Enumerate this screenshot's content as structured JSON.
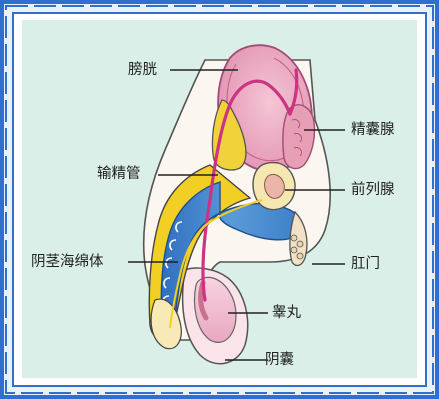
{
  "colors": {
    "frame_blue": "#2f6fcf",
    "panel_bg": "#dbefe9",
    "bladder_pink": "#e7a3bd",
    "gland_pink": "#e79fb6",
    "duct_magenta": "#cc3380",
    "corpus_blue": "#3b80c7",
    "yellow_tissue": "#f2cf24",
    "scrotum_pink": "#f1c3d2",
    "outline": "#333333"
  },
  "labels": {
    "bladder": "膀胱",
    "seminal_vesicle": "精囊腺",
    "vas_deferens": "输精管",
    "prostate": "前列腺",
    "corpus_cavernosum": "阴茎海绵体",
    "anus": "肛门",
    "testis": "睾丸",
    "scrotum": "阴囊"
  }
}
